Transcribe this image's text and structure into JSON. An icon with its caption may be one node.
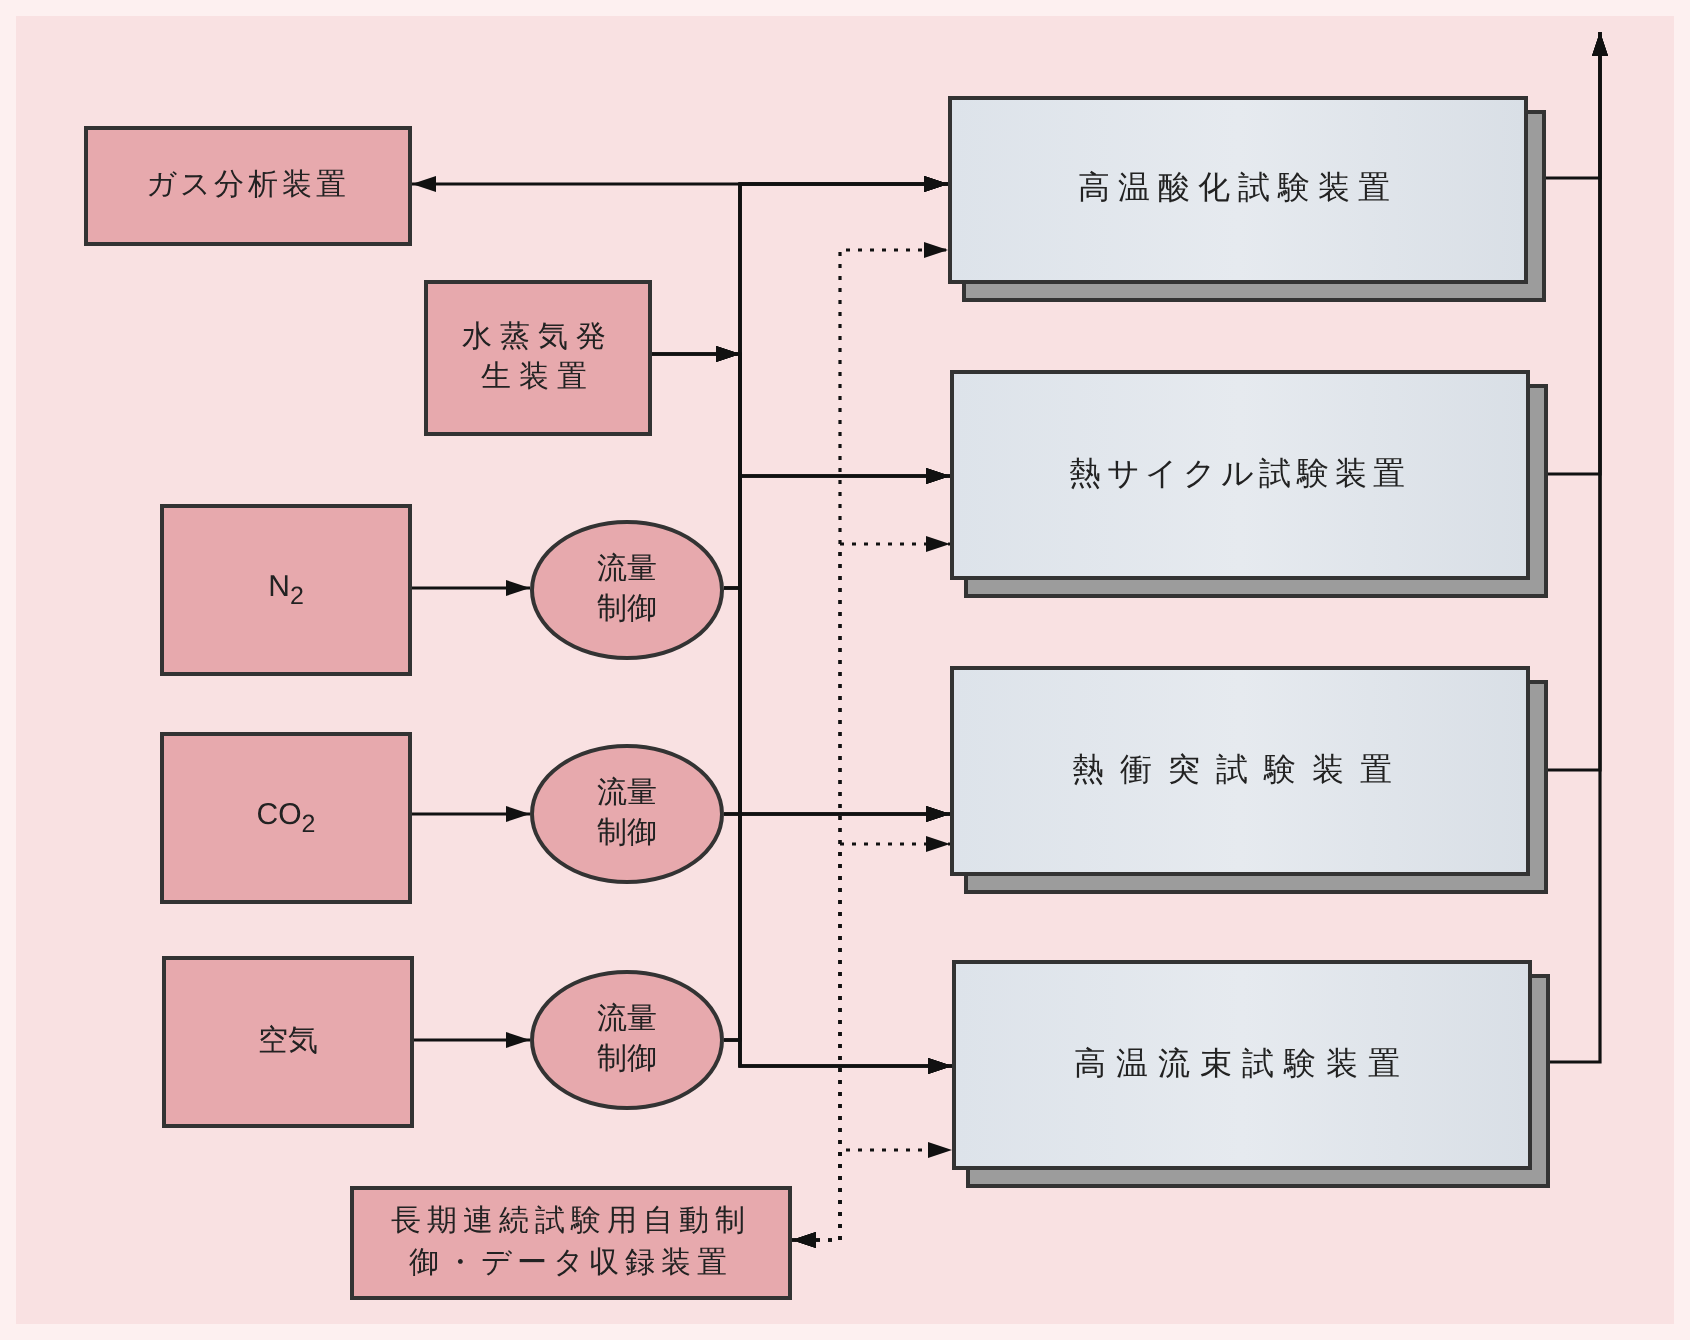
{
  "diagram": {
    "nodes": [
      {
        "text": [
          "ガス分析装置"
        ]
      },
      {
        "text": [
          "水蒸気発生装置"
        ]
      },
      {
        "text": [
          "N$_{2}$"
        ]
      },
      {
        "text": [
          "流量制御"
        ]
      },
      {
        "text": [
          "CO$_{2}$"
        ]
      },
      {
        "text": [
          "流量制御"
        ]
      },
      {
        "text": [
          "空気"
        ]
      },
      {
        "text": [
          "流量制御"
        ]
      },
      {
        "text": [
          "長期連続試験用自動制御・データ収録装置"
        ]
      },
      {
        "text": [
          "高温酸化試験装置"
        ]
      },
      {
        "text": [
          "熱サイクル試験装置"
        ]
      },
      {
        "text": [
          "熱衝突試験装置"
        ]
      },
      {
        "text": [
          "高温流束試験装置"
        ]
      }
    ],
    "edges": [
      {
        "from": 0,
        "to": 9,
        "arrow": "both"
      },
      {
        "from": 2,
        "to": 3,
        "arrow": "to"
      },
      {
        "from": 4,
        "to": 5,
        "arrow": "to"
      },
      {
        "from": 6,
        "to": 7,
        "arrow": "to"
      },
      {
        "from": 1,
        "to": 9,
        "arrow": "to"
      },
      {
        "from": 1,
        "to": 10,
        "arrow": "to"
      },
      {
        "from": 1,
        "to": 11,
        "arrow": "to"
      },
      {
        "from": 1,
        "to": 12,
        "arrow": "to"
      },
      {
        "from": 3,
        "to": 9,
        "arrow": "to"
      },
      {
        "from": 3,
        "to": 10,
        "arrow": "to"
      },
      {
        "from": 3,
        "to": 11,
        "arrow": "to"
      },
      {
        "from": 3,
        "to": 12,
        "arrow": "to"
      },
      {
        "from": 5,
        "to": 9,
        "arrow": "to"
      },
      {
        "from": 5,
        "to": 10,
        "arrow": "to"
      },
      {
        "from": 5,
        "to": 11,
        "arrow": "to"
      },
      {
        "from": 5,
        "to": 12,
        "arrow": "to"
      },
      {
        "from": 7,
        "to": 9,
        "arrow": "to"
      },
      {
        "from": 7,
        "to": 10,
        "arrow": "to"
      },
      {
        "from": 7,
        "to": 11,
        "arrow": "to"
      },
      {
        "from": 7,
        "to": 12,
        "arrow": "to"
      },
      {
        "from": 8,
        "to": 9,
        "arrow": "both",
        "style": "dashed"
      },
      {
        "from": 8,
        "to": 10,
        "arrow": "both",
        "style": "dashed"
      },
      {
        "from": 8,
        "to": 11,
        "arrow": "both",
        "style": "dashed"
      },
      {
        "from": 8,
        "to": 12,
        "arrow": "both",
        "style": "dashed"
      },
      {
        "from": 9,
        "to": null,
        "arrow": "to"
      },
      {
        "from": 10,
        "to": null,
        "arrow": "to"
      },
      {
        "from": 11,
        "to": null,
        "arrow": "to"
      },
      {
        "from": 12,
        "to": null,
        "arrow": "to"
      }
    ]
  }
}
